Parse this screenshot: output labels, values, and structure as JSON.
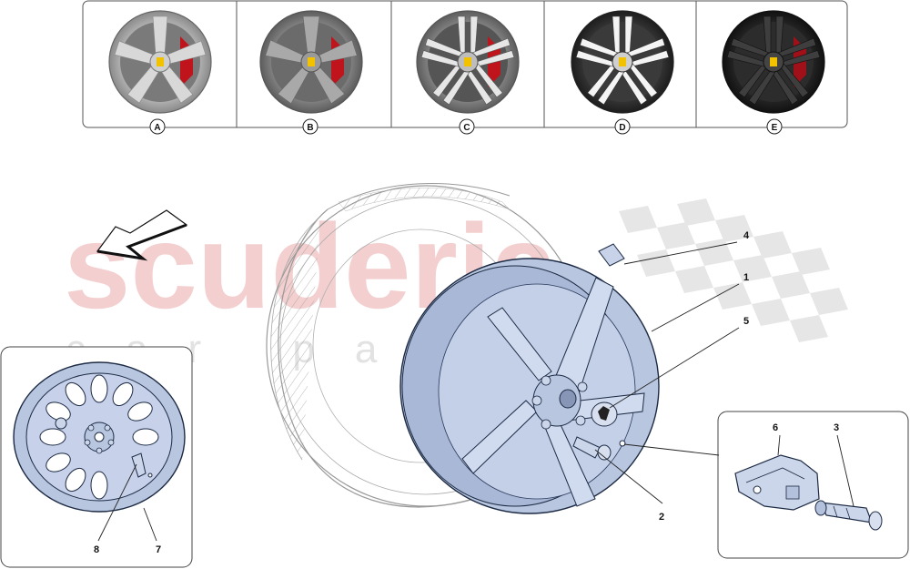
{
  "watermark": {
    "main": "scuderia",
    "sub": "car parts"
  },
  "variants": [
    {
      "label": "A",
      "finish": "silver"
    },
    {
      "label": "B",
      "finish": "grey"
    },
    {
      "label": "C",
      "finish": "diamond"
    },
    {
      "label": "D",
      "finish": "diamond-dark"
    },
    {
      "label": "E",
      "finish": "black"
    }
  ],
  "callouts": {
    "c1": "1",
    "c2": "2",
    "c3": "3",
    "c4": "4",
    "c5": "5",
    "c6": "6",
    "c7": "7",
    "c8": "8"
  },
  "colors": {
    "wheel_fill": "#b9c6e0",
    "caliper": "#c0141c",
    "watermark": "#f2c7c7"
  }
}
